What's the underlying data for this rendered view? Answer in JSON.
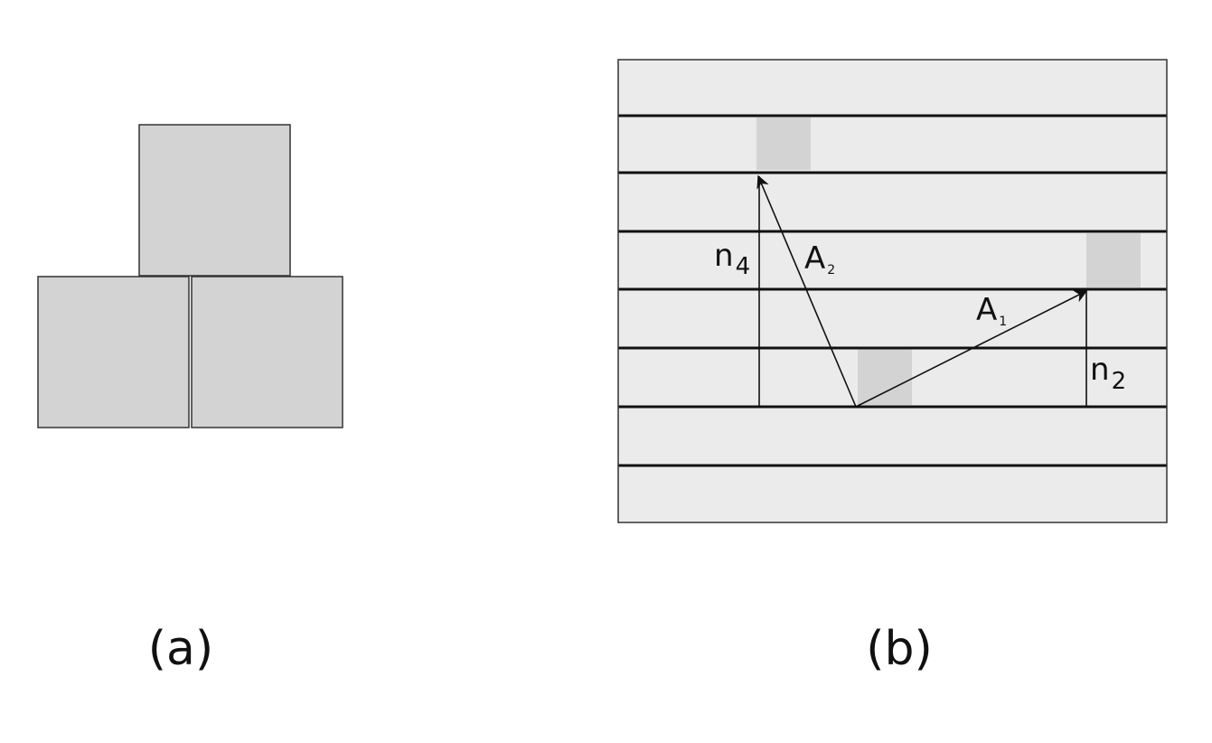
{
  "panel_a": {
    "caption": "(a)"
  },
  "panel_b": {
    "caption": "(b)",
    "vectors": {
      "a1": {
        "base": "A",
        "sub": "1"
      },
      "a2": {
        "base": "A",
        "sub": "2"
      },
      "n2": {
        "base": "n",
        "sub": "2"
      },
      "n4": {
        "base": "n",
        "sub": "4"
      }
    }
  },
  "colors": {
    "block_fill": "#d3d3d3",
    "strip_fill": "#ebebeb",
    "line": "#111111"
  }
}
